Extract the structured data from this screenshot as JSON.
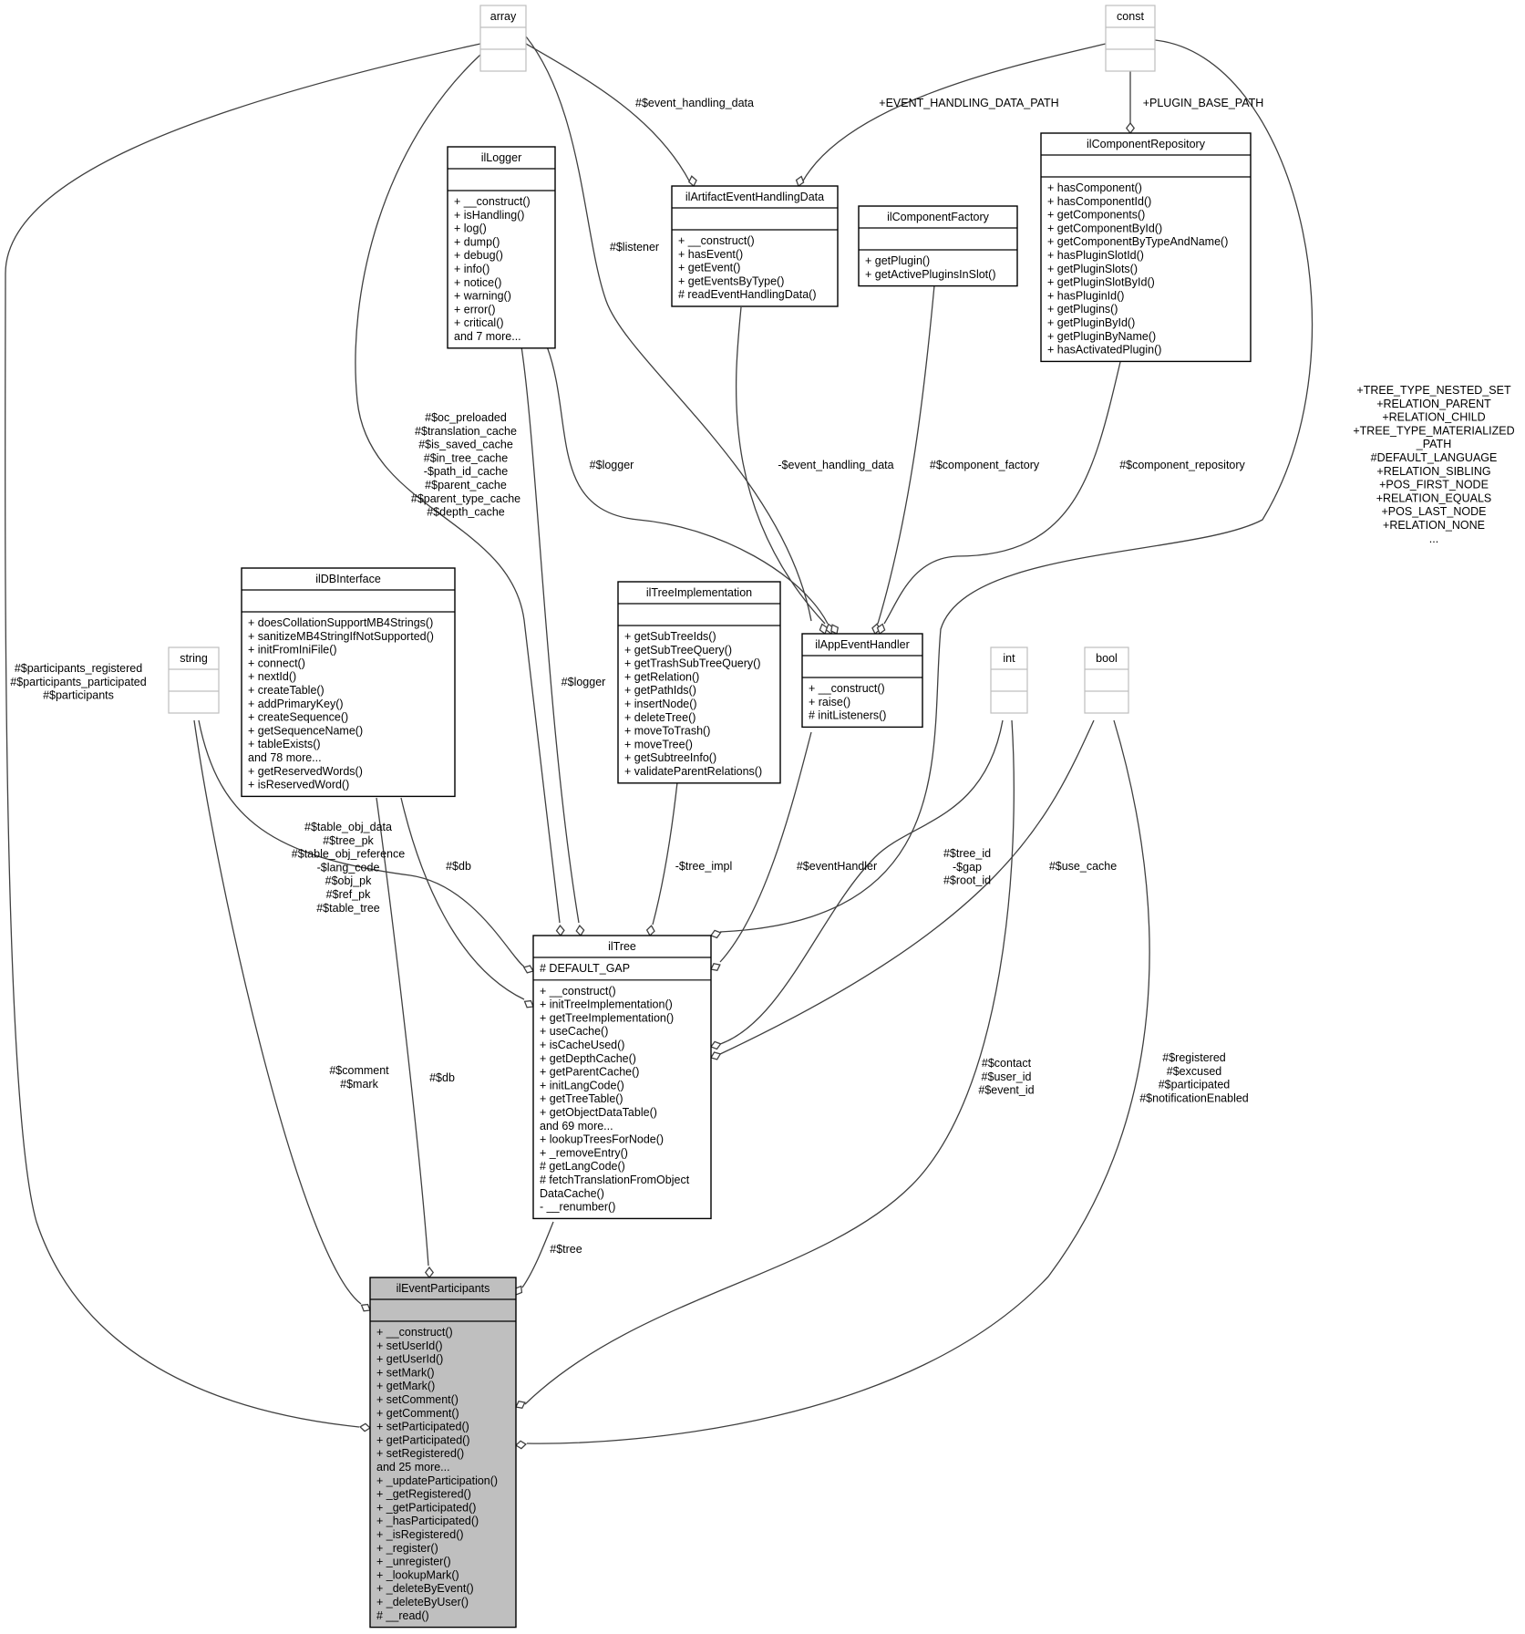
{
  "classes": {
    "array": {
      "title": "array",
      "attributes": [],
      "methods": []
    },
    "const": {
      "title": "const",
      "attributes": [],
      "methods": []
    },
    "ilLogger": {
      "title": "ilLogger",
      "attributes": [],
      "methods": [
        "+ __construct()",
        "+ isHandling()",
        "+ log()",
        "+ dump()",
        "+ debug()",
        "+ info()",
        "+ notice()",
        "+ warning()",
        "+ error()",
        "+ critical()",
        "and 7 more..."
      ]
    },
    "ilArtifactEventHandlingData": {
      "title": "ilArtifactEventHandlingData",
      "attributes": [],
      "methods": [
        "+ __construct()",
        "+ hasEvent()",
        "+ getEvent()",
        "+ getEventsByType()",
        "# readEventHandlingData()"
      ]
    },
    "ilComponentFactory": {
      "title": "ilComponentFactory",
      "attributes": [],
      "methods": [
        "+ getPlugin()",
        "+ getActivePluginsInSlot()"
      ]
    },
    "ilComponentRepository": {
      "title": "ilComponentRepository",
      "attributes": [],
      "methods": [
        "+ hasComponent()",
        "+ hasComponentId()",
        "+ getComponents()",
        "+ getComponentById()",
        "+ getComponentByTypeAndName()",
        "+ hasPluginSlotId()",
        "+ getPluginSlots()",
        "+ getPluginSlotById()",
        "+ hasPluginId()",
        "+ getPlugins()",
        "+ getPluginById()",
        "+ getPluginByName()",
        "+ hasActivatedPlugin()"
      ]
    },
    "ilDBInterface": {
      "title": "ilDBInterface",
      "attributes": [],
      "methods": [
        "+ doesCollationSupportMB4Strings()",
        "+ sanitizeMB4StringIfNotSupported()",
        "+ initFromIniFile()",
        "+ connect()",
        "+ nextId()",
        "+ createTable()",
        "+ addPrimaryKey()",
        "+ createSequence()",
        "+ getSequenceName()",
        "+ tableExists()",
        "and 78 more...",
        "+ getReservedWords()",
        "+ isReservedWord()"
      ]
    },
    "string": {
      "title": "string",
      "attributes": [],
      "methods": []
    },
    "ilTreeImplementation": {
      "title": "ilTreeImplementation",
      "attributes": [],
      "methods": [
        "+ getSubTreeIds()",
        "+ getSubTreeQuery()",
        "+ getTrashSubTreeQuery()",
        "+ getRelation()",
        "+ getPathIds()",
        "+ insertNode()",
        "+ deleteTree()",
        "+ moveToTrash()",
        "+ moveTree()",
        "+ getSubtreeInfo()",
        "+ validateParentRelations()"
      ]
    },
    "ilAppEventHandler": {
      "title": "ilAppEventHandler",
      "attributes": [],
      "methods": [
        "+ __construct()",
        "+ raise()",
        "# initListeners()"
      ]
    },
    "int": {
      "title": "int",
      "attributes": [],
      "methods": []
    },
    "bool": {
      "title": "bool",
      "attributes": [],
      "methods": []
    },
    "ilTree": {
      "title": "ilTree",
      "attributes": [
        "# DEFAULT_GAP"
      ],
      "methods": [
        "+ __construct()",
        "+ initTreeImplementation()",
        "+ getTreeImplementation()",
        "+ useCache()",
        "+ isCacheUsed()",
        "+ getDepthCache()",
        "+ getParentCache()",
        "+ initLangCode()",
        "+ getTreeTable()",
        "+ getObjectDataTable()",
        "and 69 more...",
        "+ lookupTreesForNode()",
        "+ _removeEntry()",
        "# getLangCode()",
        "# fetchTranslationFromObject",
        "DataCache()",
        "- __renumber()"
      ]
    },
    "ilEventParticipants": {
      "title": "ilEventParticipants",
      "attributes": [],
      "methods": [
        "+ __construct()",
        "+ setUserId()",
        "+ getUserId()",
        "+ setMark()",
        "+ getMark()",
        "+ setComment()",
        "+ getComment()",
        "+ setParticipated()",
        "+ getParticipated()",
        "+ setRegistered()",
        "and 25 more...",
        "+ _updateParticipation()",
        "+ _getRegistered()",
        "+ _getParticipated()",
        "+ _hasParticipated()",
        "+ _isRegistered()",
        "+ _register()",
        "+ _unregister()",
        "+ _lookupMark()",
        "+ _deleteByEvent()",
        "+ _deleteByUser()",
        "# __read()"
      ]
    }
  },
  "edges": {
    "event_handling_data_array": [
      "#$event_handling_data"
    ],
    "event_handling_data_path": [
      "+EVENT_HANDLING_DATA_PATH"
    ],
    "plugin_base_path": [
      "+PLUGIN_BASE_PATH"
    ],
    "listener": [
      "#$listener"
    ],
    "logger_appevent": [
      "#$logger"
    ],
    "event_handling_data_priv": [
      "-$event_handling_data"
    ],
    "component_factory": [
      "#$component_factory"
    ],
    "component_repository": [
      "#$component_repository"
    ],
    "tree_consts": [
      "+TREE_TYPE_NESTED_SET",
      "+RELATION_PARENT",
      "+RELATION_CHILD",
      "+TREE_TYPE_MATERIALIZED",
      "_PATH",
      "#DEFAULT_LANGUAGE",
      "+RELATION_SIBLING",
      "+POS_FIRST_NODE",
      "+RELATION_EQUALS",
      "+POS_LAST_NODE",
      "+RELATION_NONE",
      "..."
    ],
    "tree_arrays": [
      "#$oc_preloaded",
      "#$translation_cache",
      "#$is_saved_cache",
      "#$in_tree_cache",
      "-$path_id_cache",
      "#$parent_cache",
      "#$parent_type_cache",
      "#$depth_cache"
    ],
    "participants_arrays": [
      "#$participants_registered",
      "#$participants_participated",
      "#$participants"
    ],
    "tree_strings": [
      "#$table_obj_data",
      "#$tree_pk",
      "#$table_obj_reference",
      "-$lang_code",
      "#$obj_pk",
      "#$ref_pk",
      "#$table_tree"
    ],
    "db_tree": [
      "#$db"
    ],
    "logger_tree": [
      "#$logger"
    ],
    "tree_impl": [
      "-$tree_impl"
    ],
    "event_handler": [
      "#$eventHandler"
    ],
    "tree_ints": [
      "#$tree_id",
      "-$gap",
      "#$root_id"
    ],
    "use_cache": [
      "#$use_cache"
    ],
    "comment_mark": [
      "#$comment",
      "#$mark"
    ],
    "db_participants": [
      "#$db"
    ],
    "tree_participants": [
      "#$tree"
    ],
    "participant_ints": [
      "#$contact",
      "#$user_id",
      "#$event_id"
    ],
    "participant_bools": [
      "#$registered",
      "#$excused",
      "#$participated",
      "#$notificationEnabled"
    ]
  },
  "colors": {
    "focus_fill": "#bfbfbf",
    "edge": "#404040",
    "builtin_border": "#bfbfbf"
  }
}
